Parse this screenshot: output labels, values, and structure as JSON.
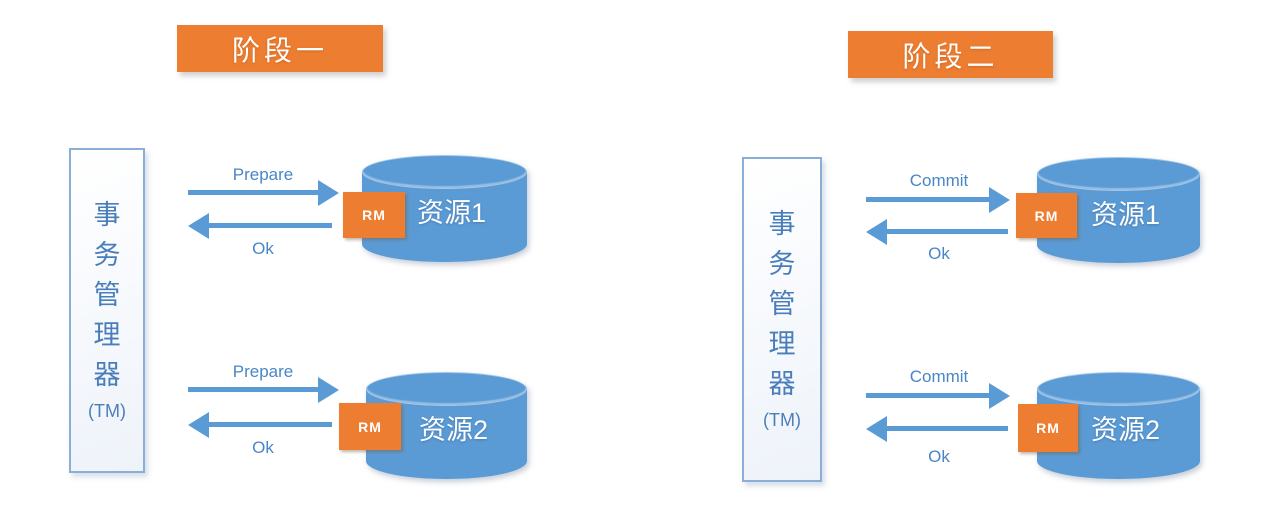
{
  "colors": {
    "accent-orange": "#ed7d31",
    "accent-blue": "#5b9bd5",
    "label-blue": "#4a86c6",
    "tm-text-blue": "#4a7ebb",
    "tm-border-blue": "#8aaed6"
  },
  "phases": [
    {
      "header": "阶段一",
      "tm": {
        "chars": [
          "事",
          "务",
          "管",
          "理",
          "器"
        ],
        "abbr": "(TM)"
      },
      "interactions": [
        {
          "request": "Prepare",
          "response": "Ok",
          "resource": "资源1",
          "rm": "RM"
        },
        {
          "request": "Prepare",
          "response": "Ok",
          "resource": "资源2",
          "rm": "RM"
        }
      ]
    },
    {
      "header": "阶段二",
      "tm": {
        "chars": [
          "事",
          "务",
          "管",
          "理",
          "器"
        ],
        "abbr": "(TM)"
      },
      "interactions": [
        {
          "request": "Commit",
          "response": "Ok",
          "resource": "资源1",
          "rm": "RM"
        },
        {
          "request": "Commit",
          "response": "Ok",
          "resource": "资源2",
          "rm": "RM"
        }
      ]
    }
  ]
}
